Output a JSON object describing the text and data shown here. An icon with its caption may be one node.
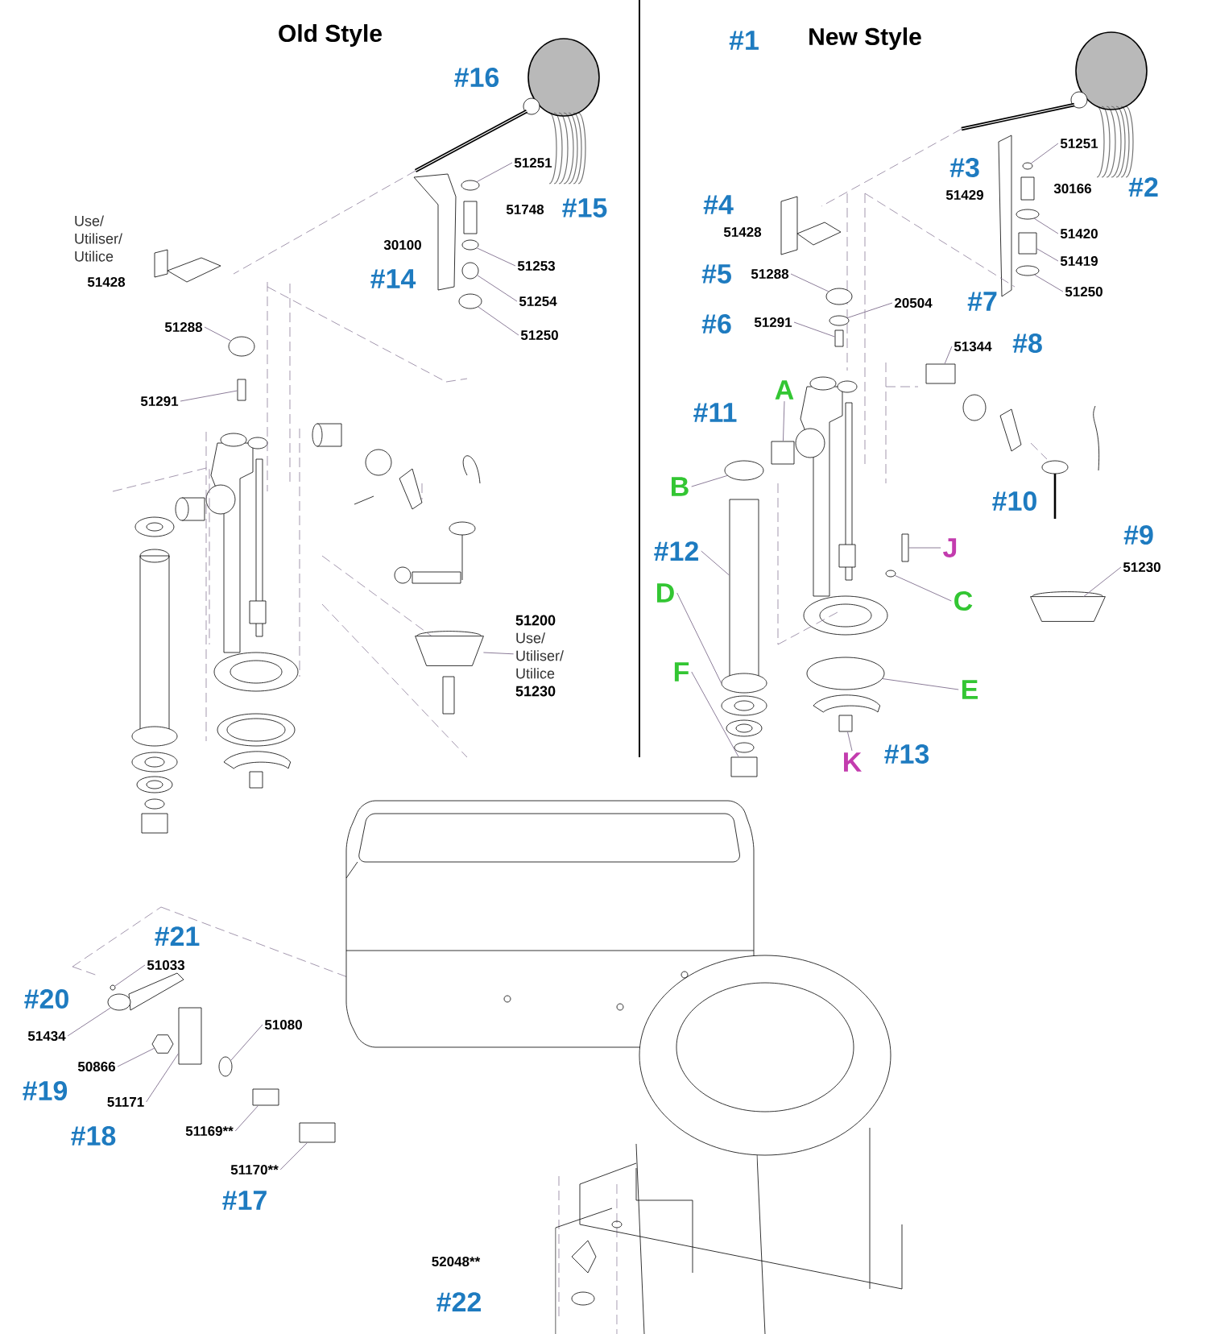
{
  "diagram": {
    "nodes": [
      {
        "text": [
          "51251"
        ]
      },
      {
        "text": [
          "51253"
        ]
      },
      {
        "text": [
          "51254"
        ]
      },
      {
        "text": [
          "51250"
        ]
      },
      {
        "text": [
          "51288"
        ]
      },
      {
        "text": [
          "51291"
        ]
      },
      {
        "text": [
          "51200",
          "Use/ Utiliser/ Utilice",
          "51230"
        ]
      },
      {
        "text": [
          "51251"
        ]
      },
      {
        "text": [
          "51420"
        ]
      },
      {
        "text": [
          "51419"
        ]
      },
      {
        "text": [
          "51250"
        ]
      },
      {
        "text": [
          "51288"
        ]
      },
      {
        "text": [
          "20504"
        ]
      },
      {
        "text": [
          "51291"
        ]
      },
      {
        "text": [
          "51344"
        ]
      },
      {
        "text": [
          "A"
        ]
      },
      {
        "text": [
          "B"
        ]
      },
      {
        "text": [
          "#12"
        ]
      },
      {
        "text": [
          "D"
        ]
      },
      {
        "text": [
          "F"
        ]
      },
      {
        "text": [
          "J"
        ]
      },
      {
        "text": [
          "C"
        ]
      },
      {
        "text": [
          "E"
        ]
      },
      {
        "text": [
          "K"
        ]
      },
      {
        "text": [
          "51230"
        ]
      },
      {
        "text": [
          "51033"
        ]
      },
      {
        "text": [
          "51434"
        ]
      },
      {
        "text": [
          "50866"
        ]
      },
      {
        "text": [
          "51171"
        ]
      },
      {
        "text": [
          "51080"
        ]
      },
      {
        "text": [
          "51169**"
        ]
      },
      {
        "text": [
          "51170**"
        ]
      },
      {
        "text": [],
        "shape": "circle"
      },
      {
        "text": [],
        "shape": "circle"
      },
      {
        "text": [],
        "shape": "circle"
      },
      {
        "text": [],
        "shape": "circle"
      },
      {
        "text": [],
        "shape": "circle"
      },
      {
        "text": [],
        "shape": "box"
      },
      {
        "text": [],
        "shape": "cone"
      },
      {
        "text": [],
        "shape": "circle"
      },
      {
        "text": [],
        "shape": "circle"
      },
      {
        "text": [],
        "shape": "box"
      },
      {
        "text": [],
        "shape": "circle"
      },
      {
        "text": [],
        "shape": "circle"
      },
      {
        "text": [],
        "shape": "circle"
      },
      {
        "text": [],
        "shape": "box"
      },
      {
        "text": [],
        "shape": "box"
      },
      {
        "text": [],
        "shape": "box"
      },
      {
        "text": [],
        "shape": "circle"
      },
      {
        "text": [],
        "shape": "box"
      },
      {
        "text": [],
        "shape": "circle"
      },
      {
        "text": [],
        "shape": "box"
      },
      {
        "text": [],
        "shape": "box"
      },
      {
        "text": [],
        "shape": "circle"
      },
      {
        "text": [],
        "shape": "circle"
      },
      {
        "text": [],
        "shape": "box"
      },
      {
        "text": [],
        "shape": "cone"
      },
      {
        "text": [],
        "shape": "circle"
      },
      {
        "text": [],
        "shape": "circle"
      },
      {
        "text": [],
        "shape": "hexagon"
      },
      {
        "text": [],
        "shape": "box"
      },
      {
        "text": [],
        "shape": "circle"
      },
      {
        "text": [],
        "shape": "box"
      },
      {
        "text": [],
        "shape": "box"
      }
    ],
    "edges": [
      {
        "from": 0,
        "to": 32,
        "arrow": "none"
      },
      {
        "from": 1,
        "to": 33,
        "arrow": "none"
      },
      {
        "from": 2,
        "to": 34,
        "arrow": "none"
      },
      {
        "from": 3,
        "to": 35,
        "arrow": "none"
      },
      {
        "from": 4,
        "to": 36,
        "arrow": "none"
      },
      {
        "from": 5,
        "to": 37,
        "arrow": "none"
      },
      {
        "from": 6,
        "to": 38,
        "arrow": "none"
      },
      {
        "from": 7,
        "to": 39,
        "arrow": "none"
      },
      {
        "from": 8,
        "to": 40,
        "arrow": "none"
      },
      {
        "from": 9,
        "to": 41,
        "arrow": "none"
      },
      {
        "from": 10,
        "to": 42,
        "arrow": "none"
      },
      {
        "from": 11,
        "to": 43,
        "arrow": "none"
      },
      {
        "from": 12,
        "to": 44,
        "arrow": "none"
      },
      {
        "from": 13,
        "to": 45,
        "arrow": "none"
      },
      {
        "from": 14,
        "to": 46,
        "arrow": "none"
      },
      {
        "from": 15,
        "to": 47,
        "arrow": "none"
      },
      {
        "from": 16,
        "to": 48,
        "arrow": "none"
      },
      {
        "from": 17,
        "to": 49,
        "arrow": "none"
      },
      {
        "from": 18,
        "to": 50,
        "arrow": "none"
      },
      {
        "from": 19,
        "to": 51,
        "arrow": "none"
      },
      {
        "from": 20,
        "to": 52,
        "arrow": "none"
      },
      {
        "from": 21,
        "to": 53,
        "arrow": "none"
      },
      {
        "from": 22,
        "to": 54,
        "arrow": "none"
      },
      {
        "from": 23,
        "to": 55,
        "arrow": "none"
      },
      {
        "from": 24,
        "to": 56,
        "arrow": "none"
      },
      {
        "from": 25,
        "to": 57,
        "arrow": "none"
      },
      {
        "from": 26,
        "to": 58,
        "arrow": "none"
      },
      {
        "from": 27,
        "to": 59,
        "arrow": "none"
      },
      {
        "from": 28,
        "to": 60,
        "arrow": "none"
      },
      {
        "from": 29,
        "to": 61,
        "arrow": "none"
      },
      {
        "from": 30,
        "to": 62,
        "arrow": "none"
      },
      {
        "from": 31,
        "to": 63,
        "arrow": "none"
      }
    ],
    "labels": [
      "Old Style",
      "#16",
      "#1",
      "New Style",
      "#3",
      "51429",
      "30166",
      "#2",
      "Use/ Utiliser/ Utilice",
      "51428",
      "51748",
      "#15",
      "#4",
      "51428",
      "30100",
      "#14",
      "#5",
      "#7",
      "#6",
      "#8",
      "#11",
      "#10",
      "#9",
      "#13",
      "#21",
      "#20",
      "#19",
      "#18",
      "#17",
      "52048**",
      "#22"
    ]
  }
}
